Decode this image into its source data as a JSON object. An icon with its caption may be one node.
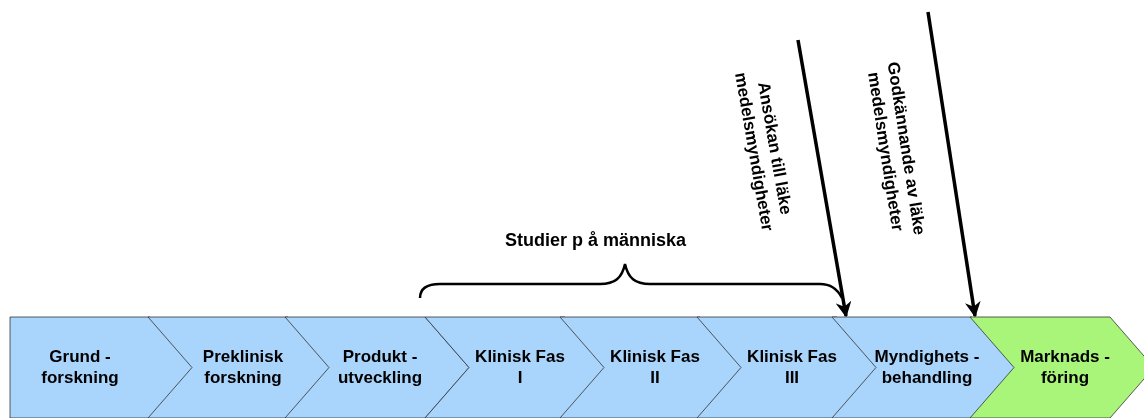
{
  "diagram": {
    "nodes": [
      {
        "text": [
          "Grund - forskning"
        ]
      },
      {
        "text": [
          "Preklinisk forskning"
        ]
      },
      {
        "text": [
          "Produkt - utveckling"
        ]
      },
      {
        "text": [
          "Klinisk Fas I"
        ]
      },
      {
        "text": [
          "Klinisk Fas II"
        ]
      },
      {
        "text": [
          "Klinisk Fas III"
        ]
      },
      {
        "text": [
          "Myndighets - behandling"
        ]
      },
      {
        "text": [
          "Marknads - föring"
        ]
      }
    ],
    "edges": [
      {
        "from": null,
        "to": 6,
        "arrow": "to",
        "label": "Ansökan till läke medelsmyndigheter"
      },
      {
        "from": null,
        "to": 7,
        "arrow": "to",
        "label": "Godkännande av läke medelsmyndigheter"
      }
    ],
    "labels": [
      "Studier p å människa"
    ]
  }
}
